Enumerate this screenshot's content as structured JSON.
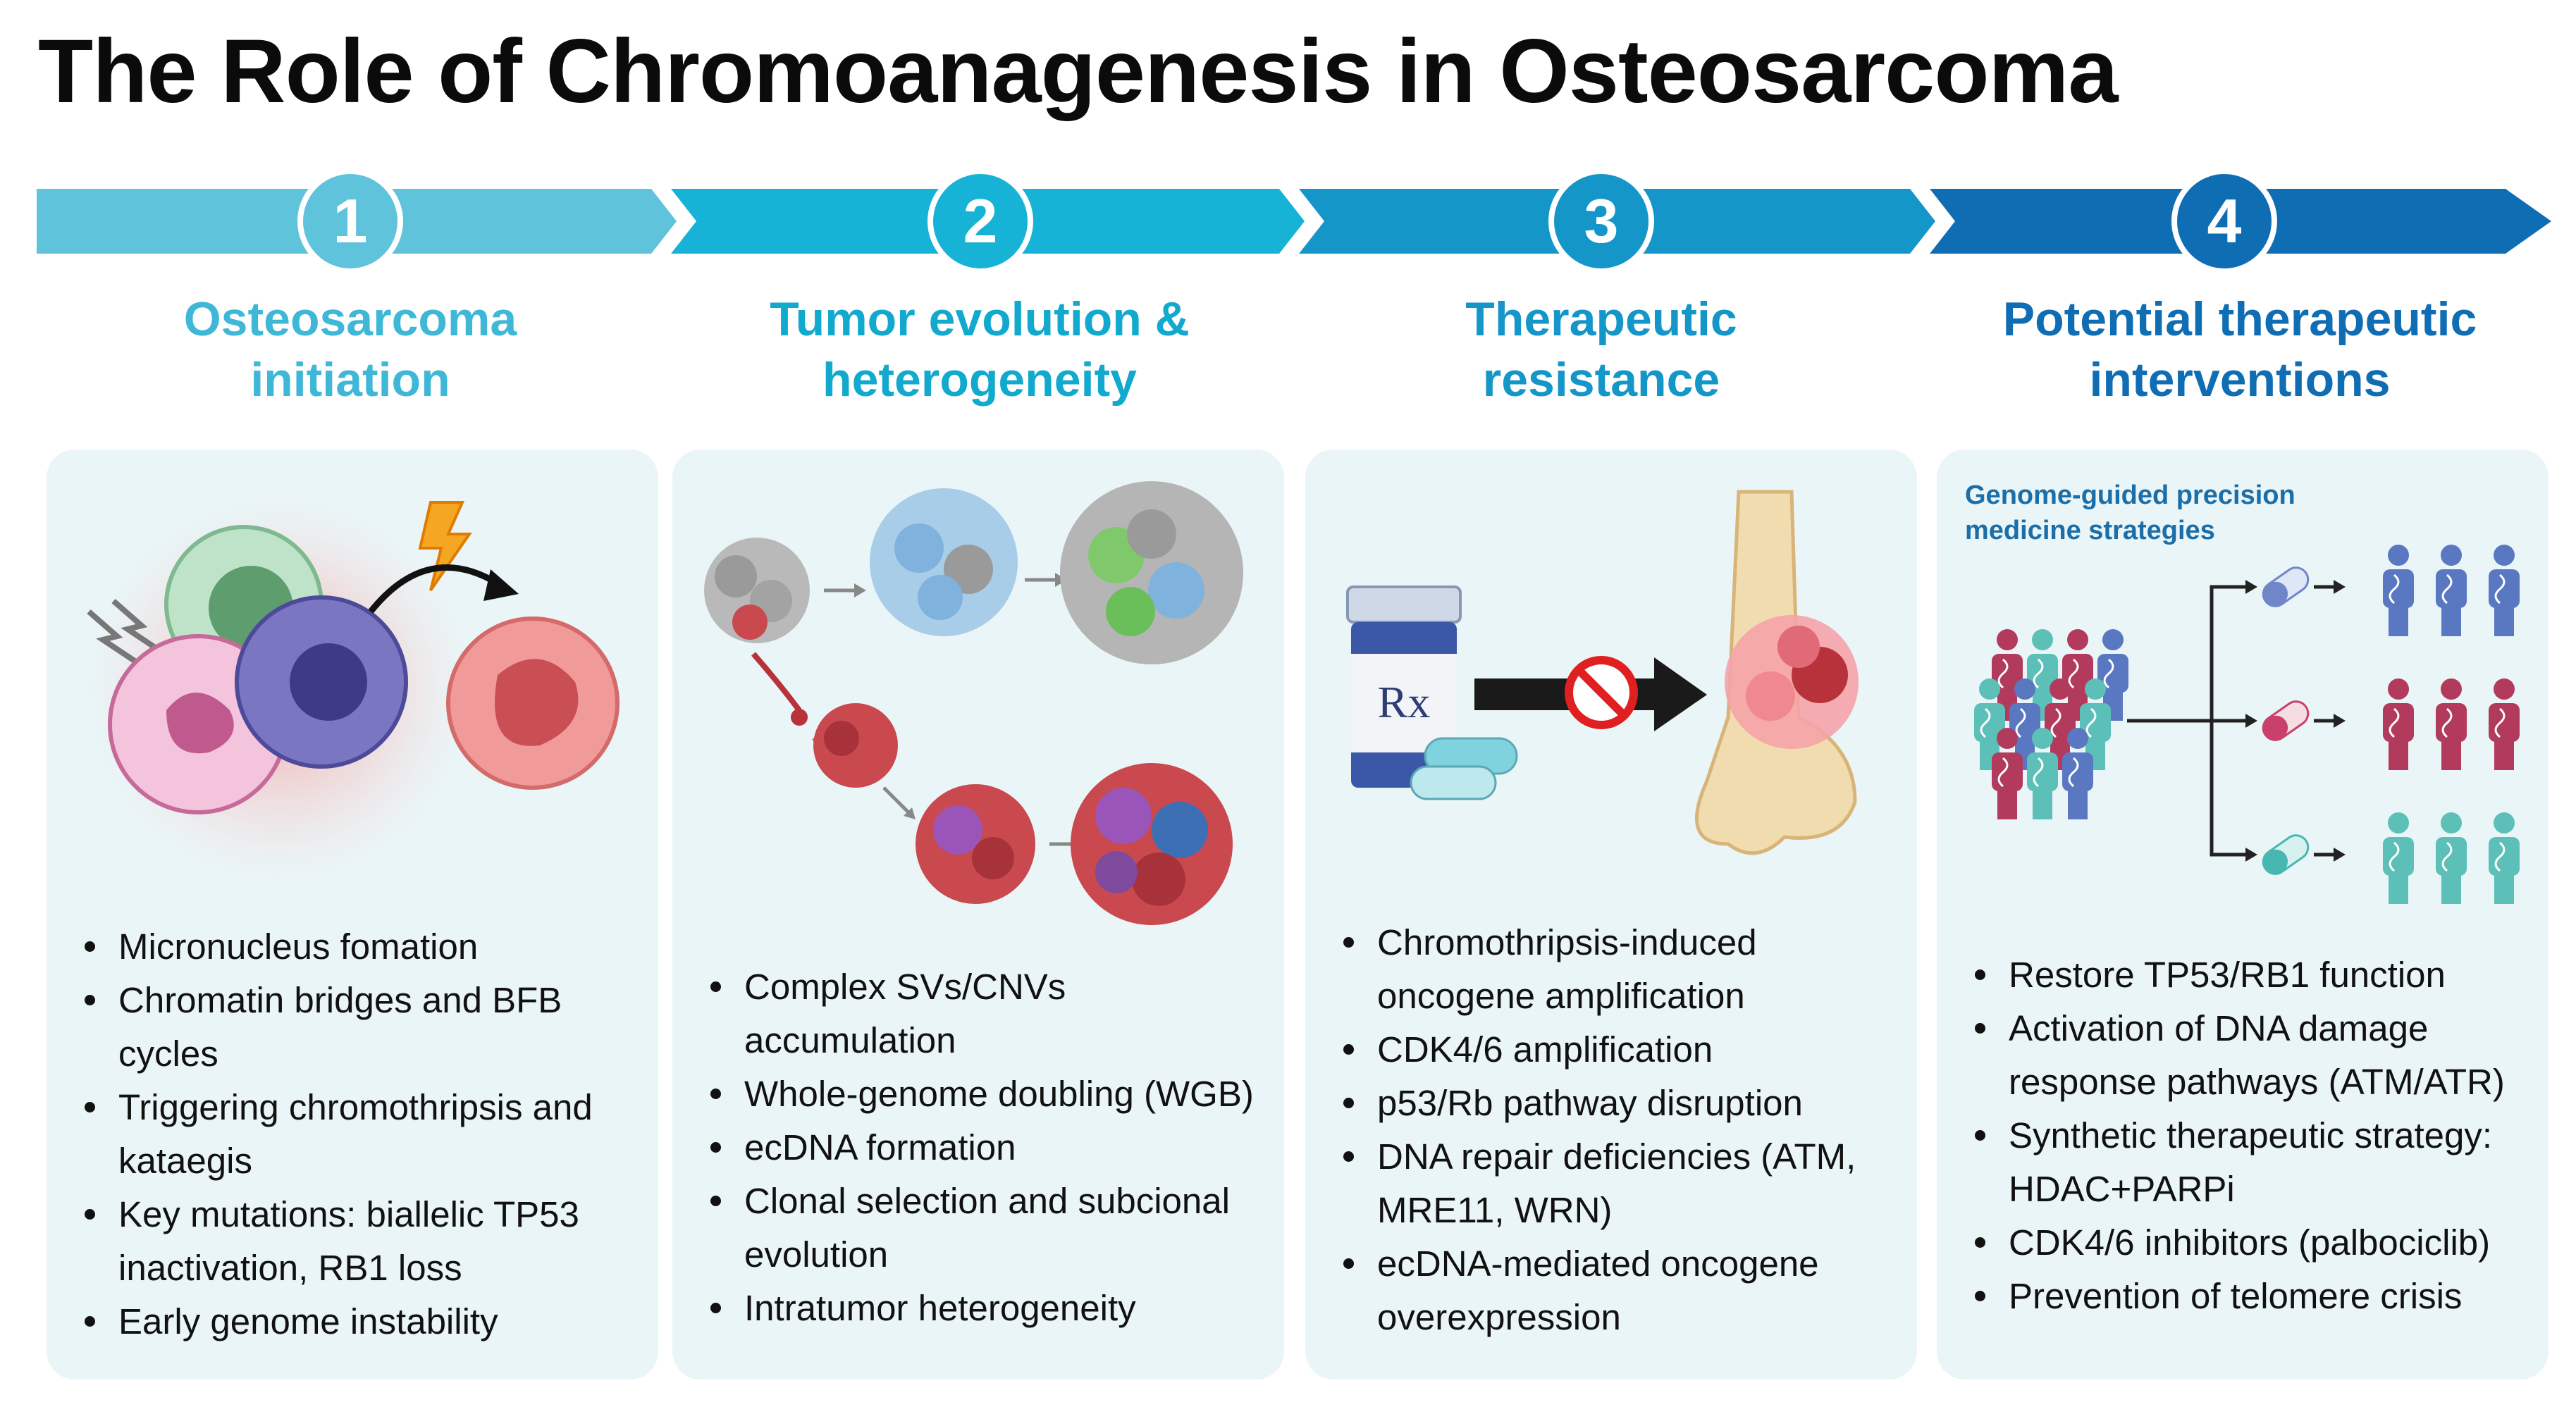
{
  "title": "The Role of Chromoanagenesis in Osteosarcoma",
  "colors": {
    "step1": "#5fc3dc",
    "step2": "#17b3d6",
    "step3": "#1596c9",
    "step4": "#0f6db4",
    "panel_bg": "#eaf5f7",
    "label_blue": "#1b6ea8"
  },
  "steps": [
    {
      "number": "1",
      "heading": "Osteosarcoma\ninitiation",
      "bullets": [
        "Micronucleus fomation",
        "Chromatin bridges and BFB cycles",
        "Triggering chromothripsis and kataegis",
        "Key mutations: biallelic TP53 inactivation, RB1 loss",
        "Early genome instability"
      ]
    },
    {
      "number": "2",
      "heading": "Tumor evolution &\nheterogeneity",
      "bullets": [
        "Complex SVs/CNVs accumulation",
        "Whole-genome doubling (WGB)",
        "ecDNA formation",
        "Clonal selection and subcional evolution",
        "Intratumor heterogeneity"
      ]
    },
    {
      "number": "3",
      "heading": "Therapeutic\nresistance",
      "bullets": [
        "Chromothripsis-induced oncogene amplification",
        "CDK4/6 amplification",
        "p53/Rb pathway disruption",
        "DNA repair deficiencies (ATM, MRE11, WRN)",
        "ecDNA-mediated oncogene overexpression"
      ]
    },
    {
      "number": "4",
      "heading": "Potential therapeutic\ninterventions",
      "strategy_label": "Genome-guided precision\nmedicine strategies",
      "bullets": [
        "Restore TP53/RB1 function",
        "Activation of DNA damage response pathways (ATM/ATR)",
        "Synthetic therapeutic strategy: HDAC+PARPi",
        "CDK4/6 inhibitors (palbociclib)",
        "Prevention of telomere crisis"
      ]
    }
  ],
  "illustrations": {
    "panel1": [
      "lightning-icon",
      "immune-cells",
      "arrow",
      "tumor-cell"
    ],
    "panel2": [
      "cell-cluster-evolution",
      "arrows"
    ],
    "panel3": [
      "rx-pill-bottle",
      "capsules",
      "no-entry-icon",
      "bone-with-tumor"
    ],
    "panel4": [
      "patient-group",
      "pill-capsules",
      "patient-subgroups"
    ],
    "rx_text": "Rx"
  }
}
